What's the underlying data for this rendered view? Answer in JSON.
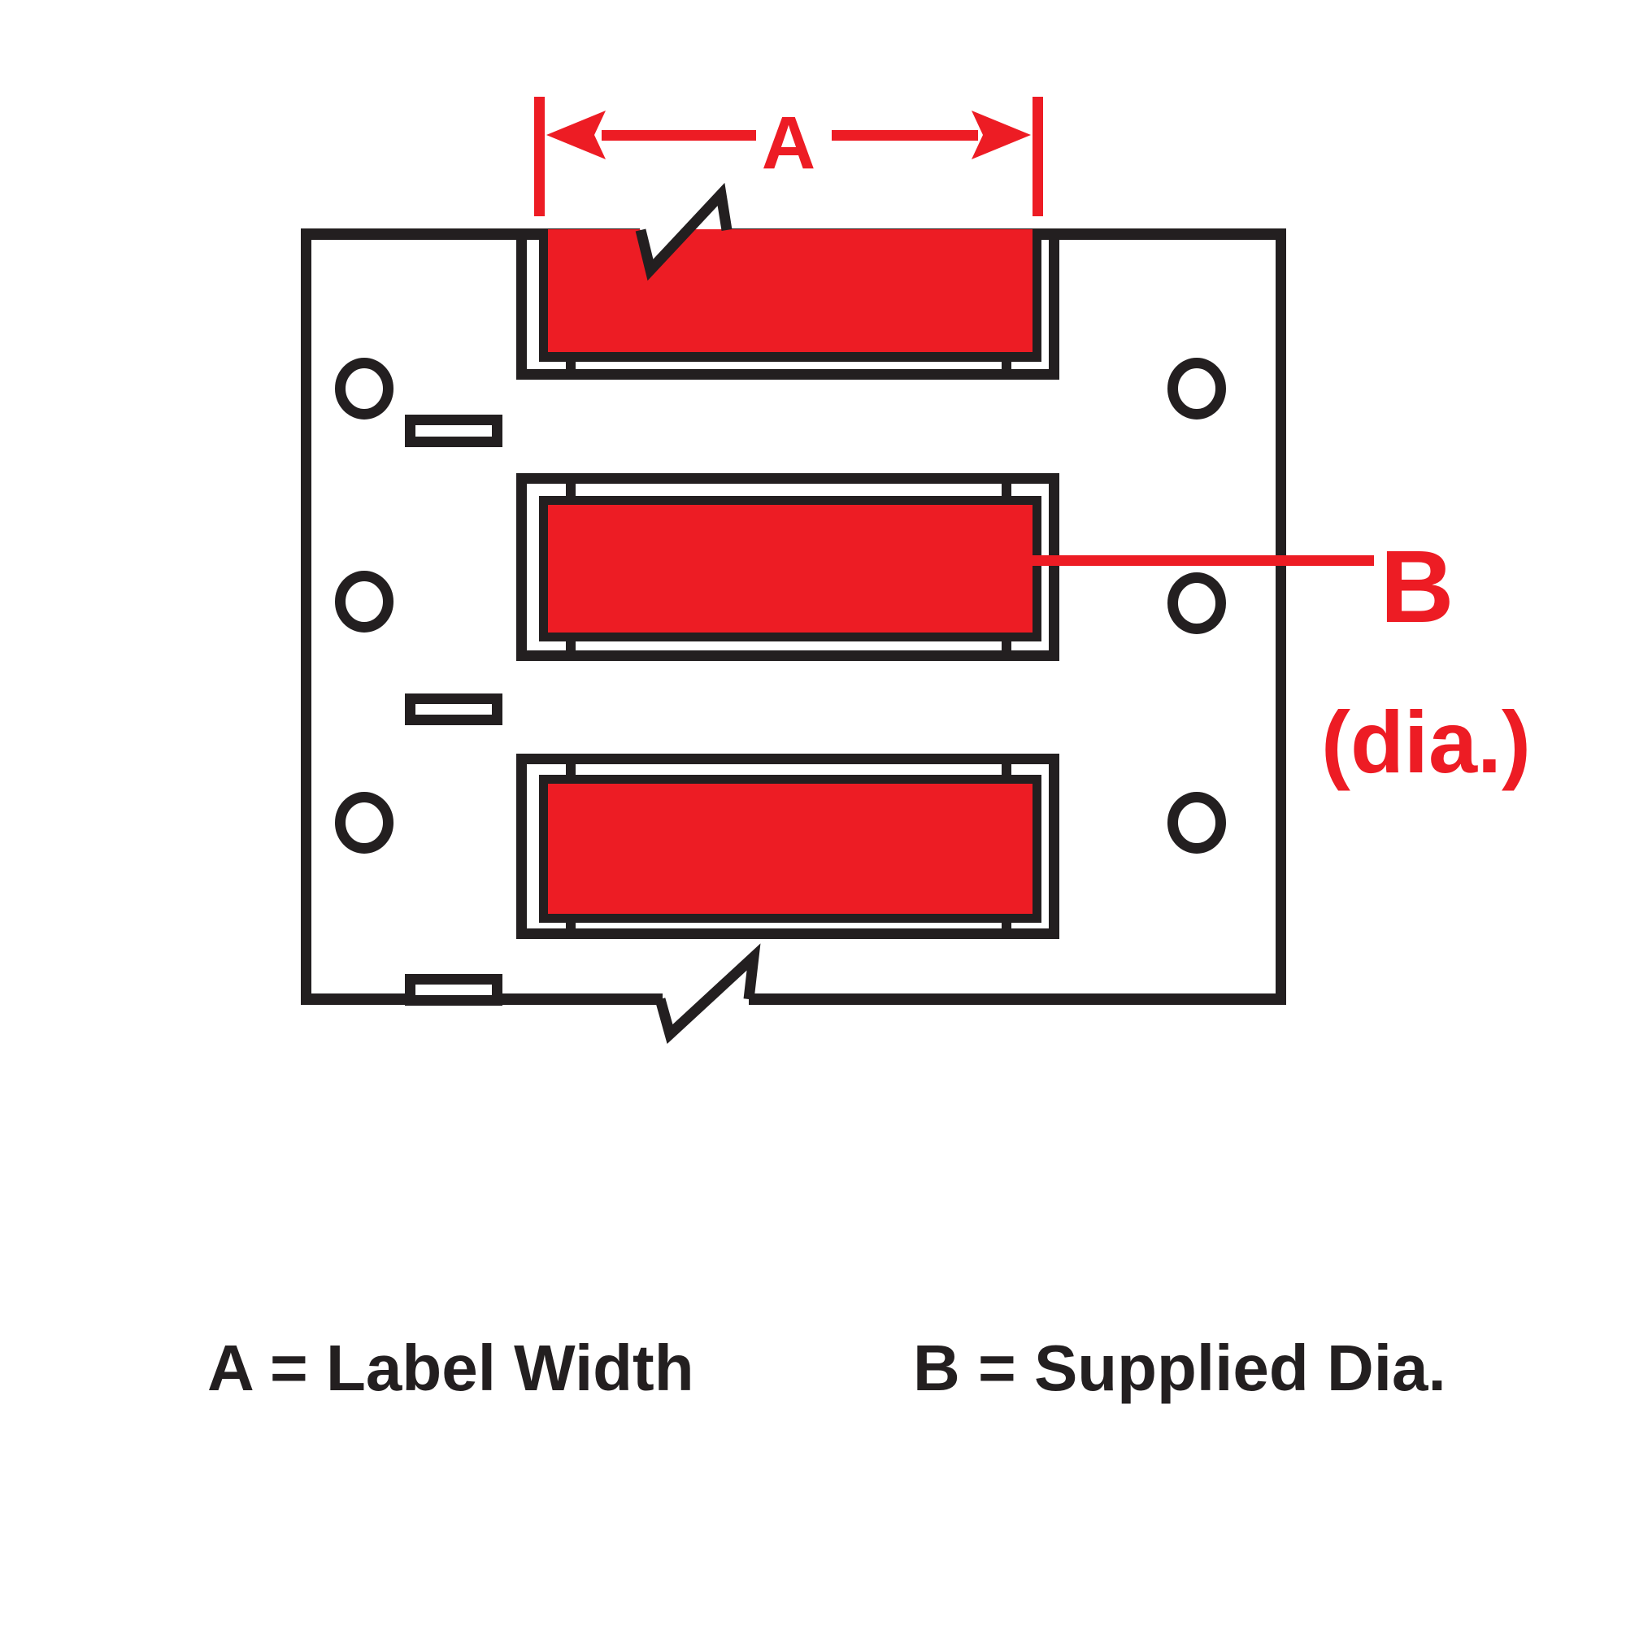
{
  "colors": {
    "accent_red": "#ED1C24",
    "line_ink": "#231F20",
    "background": "#FFFFFF"
  },
  "dimension_a": {
    "label": "A"
  },
  "dimension_b": {
    "label": "B",
    "sublabel": "(dia.)"
  },
  "legend": {
    "a_definition": "A = Label Width",
    "b_definition": "B = Supplied Dia."
  }
}
